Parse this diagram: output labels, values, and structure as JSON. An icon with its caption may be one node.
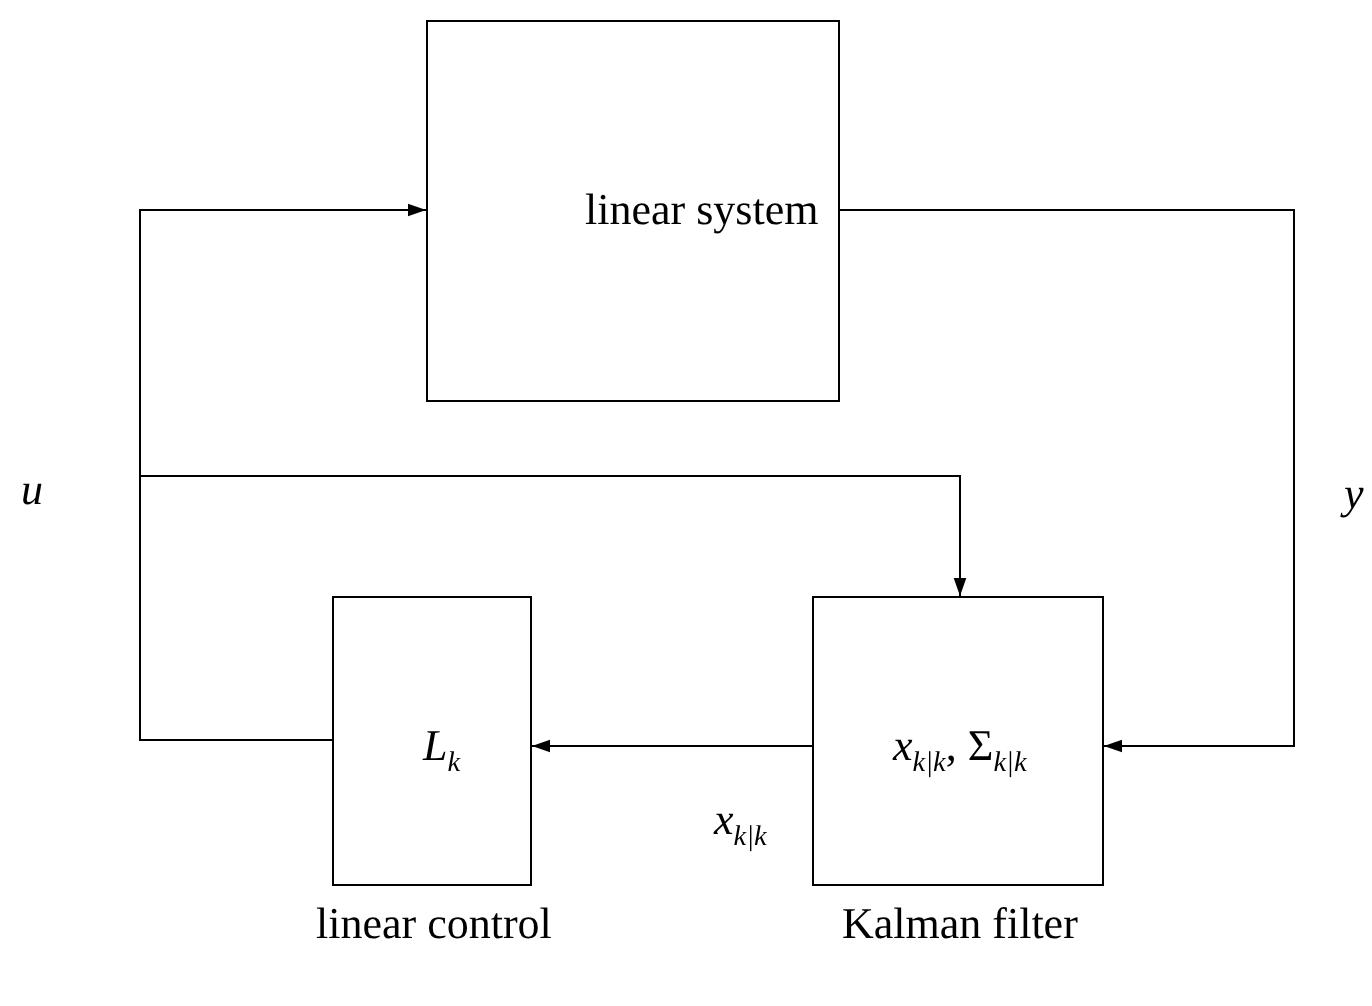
{
  "diagram": {
    "nodes": [
      {
        "text": [
          "linear system"
        ]
      },
      {
        "text": [
          "*L*$_{k}$"
        ],
        "beside": [
          "linear control"
        ]
      },
      {
        "text": [
          "*x*$_{k|k}$, Σ$_{k|k}$"
        ],
        "beside": [
          "Kalman filter"
        ]
      }
    ],
    "edges": [
      {
        "from": 0,
        "to": 2,
        "arrow": "to",
        "label": "y"
      },
      {
        "from": 1,
        "to": 0,
        "arrow": "to",
        "label": "u"
      },
      {
        "from": 1,
        "to": 2,
        "arrow": "to"
      },
      {
        "from": 2,
        "to": 1,
        "arrow": "to",
        "label": "*x*$_{k|k}$"
      }
    ]
  }
}
